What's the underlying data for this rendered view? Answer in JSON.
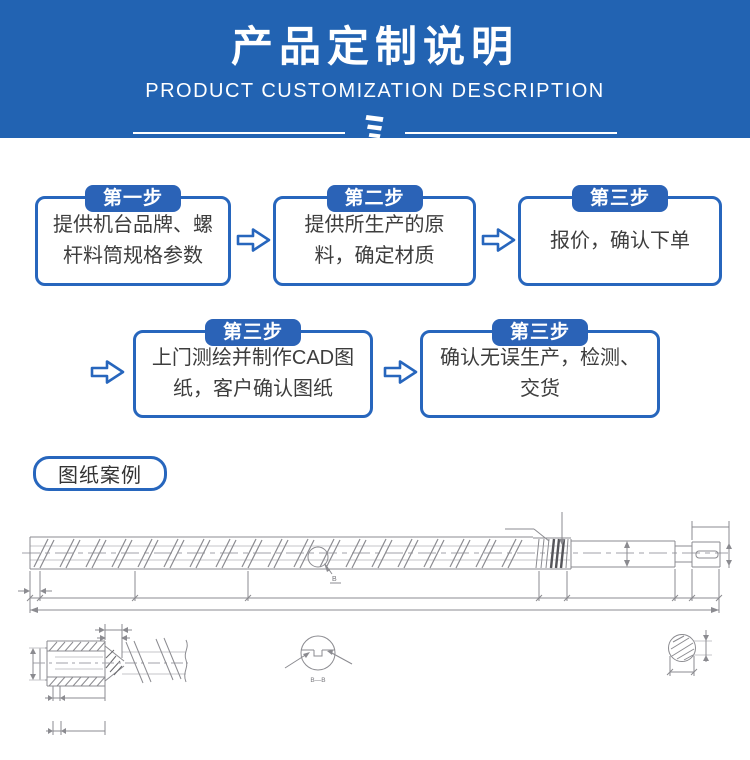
{
  "header": {
    "title": "产品定制说明",
    "subtitle": "PRODUCT CUSTOMIZATION DESCRIPTION"
  },
  "steps": [
    {
      "tab": "第一步",
      "text": "提供机台品牌、螺杆料筒规格参数"
    },
    {
      "tab": "第二步",
      "text": "提供所生产的原料，确定材质"
    },
    {
      "tab": "第三步",
      "text": "报价，确认下单"
    },
    {
      "tab": "第三步",
      "text": "上门测绘并制作CAD图纸，客户确认图纸"
    },
    {
      "tab": "第三步",
      "text": "确认无误生产，检测、交货"
    }
  ],
  "drawings": {
    "section_label": "图纸案例",
    "detail_circle_label": "B",
    "section_view_label": "B—B"
  },
  "colors": {
    "header_bg": "#2263b2",
    "accent_blue": "#2766bd",
    "tab_bg": "#2b63b7",
    "step_text": "#3d3d3d",
    "drawing_stroke": "#8b8b90"
  }
}
